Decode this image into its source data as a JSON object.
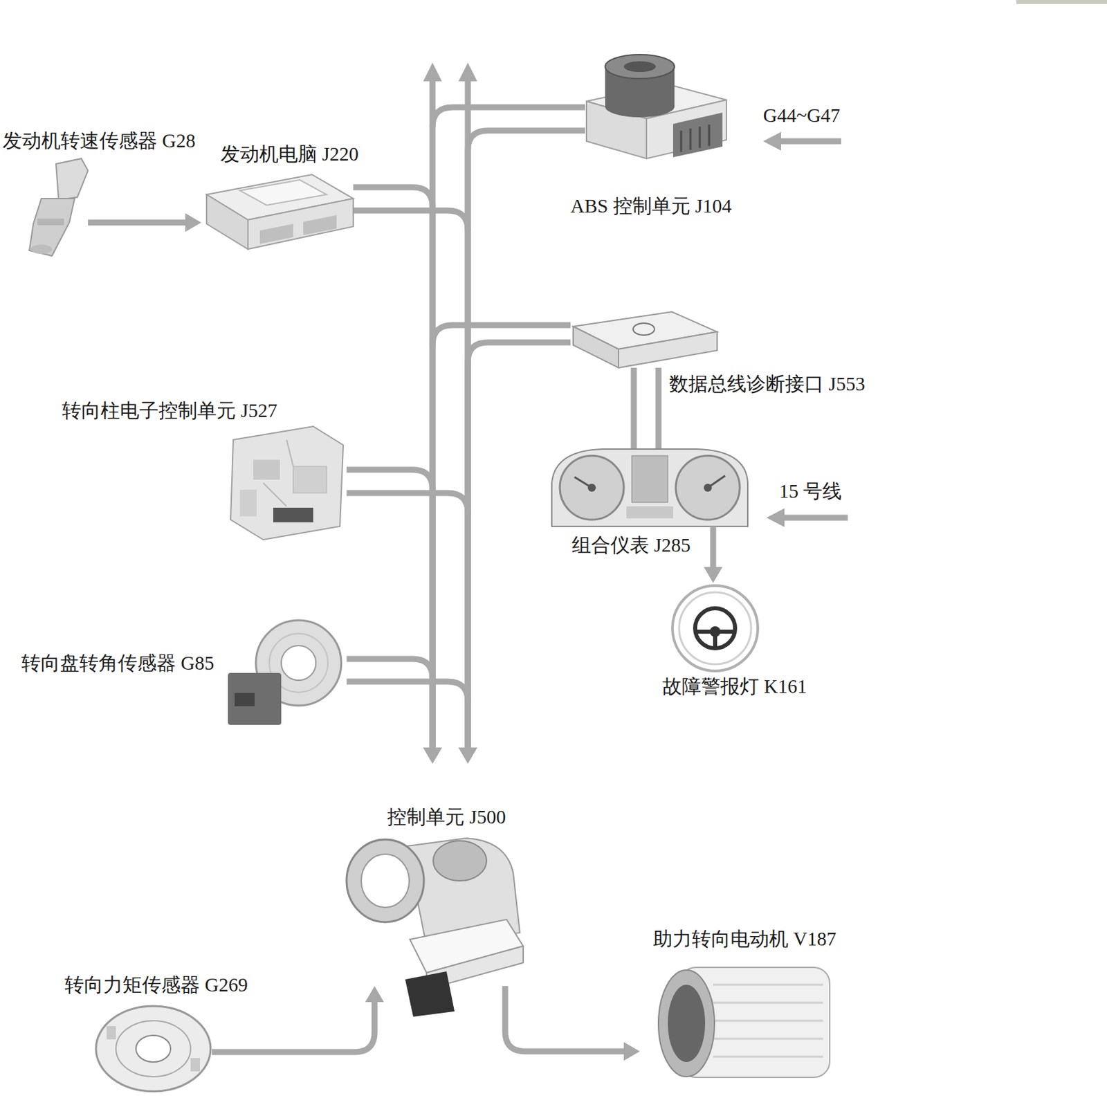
{
  "diagram": {
    "nodes": [
      {
        "text": [
          "发动机转速传感器 G28"
        ]
      },
      {
        "text": [
          "发动机电脑 J220"
        ]
      },
      {
        "text": [
          "ABS 控制单元 J104"
        ]
      },
      {
        "text": [
          "数据总线诊断接口 J553"
        ]
      },
      {
        "text": [
          "转向柱电子控制单元 J527"
        ]
      },
      {
        "text": [
          "组合仪表 J285"
        ]
      },
      {
        "text": [
          "转向盘转角传感器 G85"
        ]
      },
      {
        "text": [
          "故障警报灯 K161"
        ]
      },
      {
        "text": [
          "控制单元 J500"
        ]
      },
      {
        "text": [
          "转向力矩传感器 G269"
        ]
      },
      {
        "text": [
          "助力转向电动机 V187"
        ]
      }
    ],
    "edges": [
      {
        "from": 0,
        "to": 1,
        "arrow": "to"
      },
      {
        "from": 1,
        "to": 8,
        "arrow": "to"
      },
      {
        "from": 2,
        "to": 8,
        "arrow": "to"
      },
      {
        "from": 3,
        "to": 8,
        "arrow": "to"
      },
      {
        "from": 4,
        "to": 8,
        "arrow": "to"
      },
      {
        "from": 6,
        "to": 8,
        "arrow": "to"
      },
      {
        "from": 3,
        "to": 5,
        "arrow": "none"
      },
      {
        "from": 5,
        "to": 7,
        "arrow": "to"
      },
      {
        "from": 9,
        "to": 8,
        "arrow": "to"
      },
      {
        "from": 8,
        "to": 10,
        "arrow": "to"
      }
    ],
    "labels": [
      "G44~G47",
      "15 号线"
    ]
  }
}
